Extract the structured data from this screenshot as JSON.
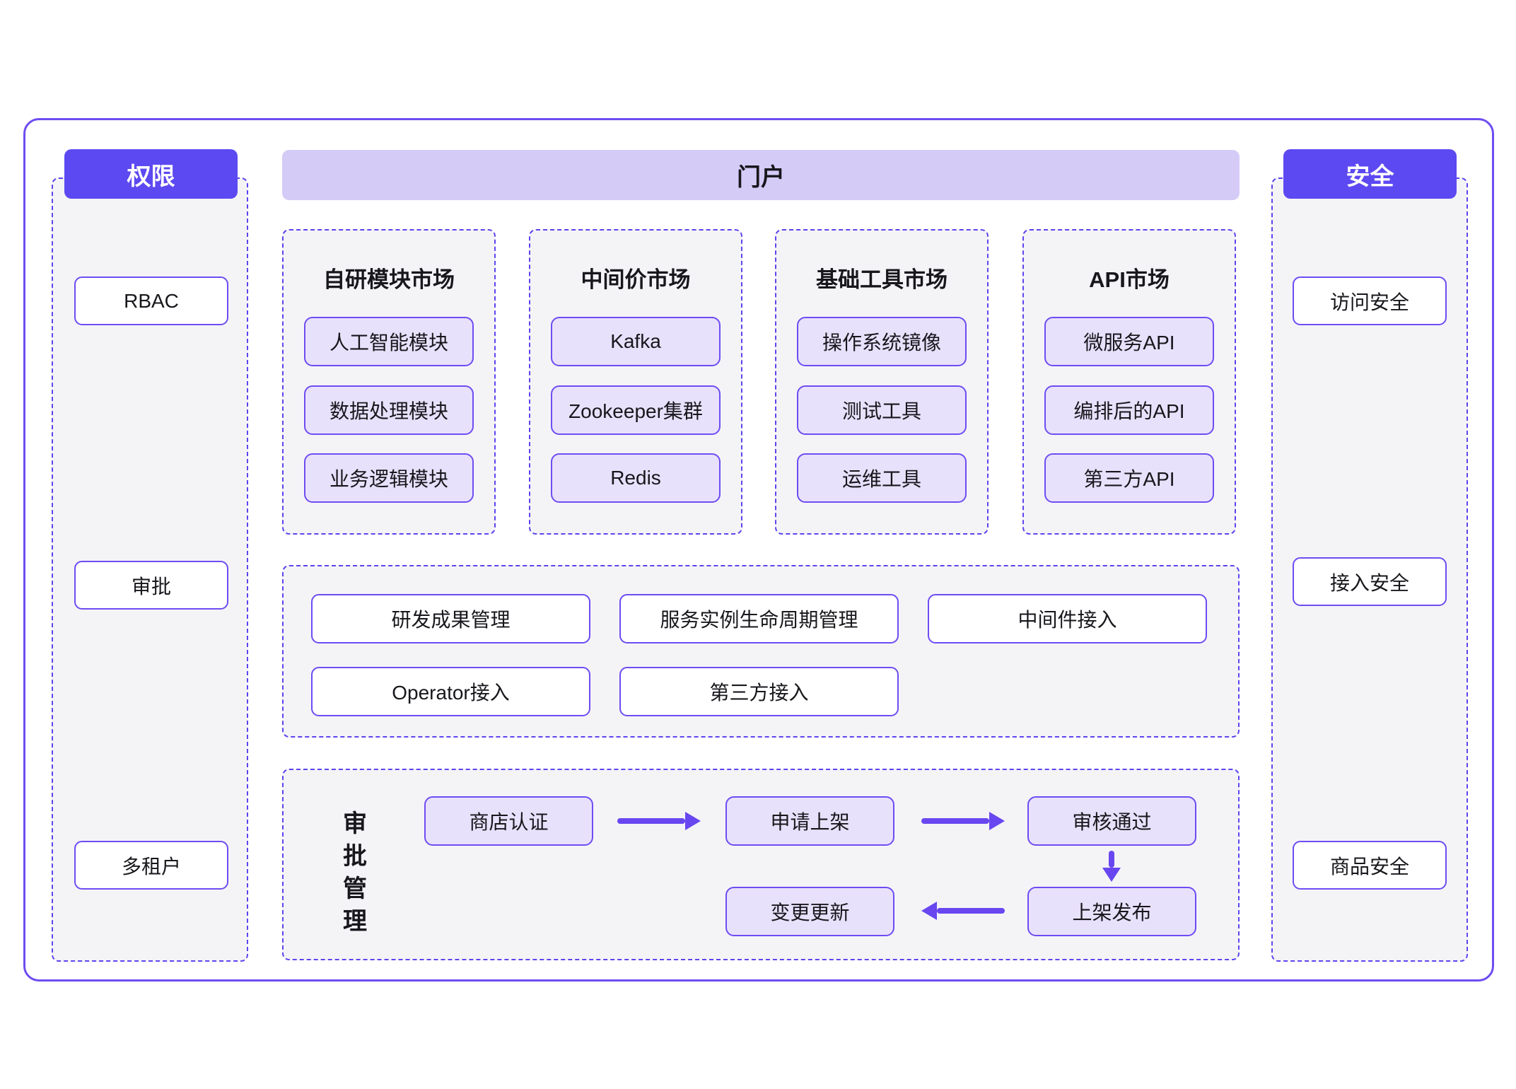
{
  "palette": {
    "accent_solid": "#5d49f1",
    "accent_border": "#6e4cf2",
    "accent_dashed": "#5b45ee",
    "portal_bar_bg": "#d5cbf7",
    "node_fill": "#e8e1fb",
    "section_bg": "#f4f4f7"
  },
  "left_panel": {
    "title": "权限",
    "items": [
      "RBAC",
      "审批",
      "多租户"
    ]
  },
  "portal": {
    "title": "门户"
  },
  "markets": [
    {
      "title": "自研模块市场",
      "items": [
        "人工智能模块",
        "数据处理模块",
        "业务逻辑模块"
      ]
    },
    {
      "title": "中间价市场",
      "items": [
        "Kafka",
        "Zookeeper集群",
        "Redis"
      ]
    },
    {
      "title": "基础工具市场",
      "items": [
        "操作系统镜像",
        "测试工具",
        "运维工具"
      ]
    },
    {
      "title": "API市场",
      "items": [
        "微服务API",
        "编排后的API",
        "第三方API"
      ]
    }
  ],
  "management": {
    "row1": [
      "研发成果管理",
      "服务实例生命周期管理",
      "中间件接入"
    ],
    "row2": [
      "Operator接入",
      "第三方接入"
    ]
  },
  "approval_flow": {
    "label": "审批管理",
    "steps": [
      "商店认证",
      "申请上架",
      "审核通过",
      "上架发布",
      "变更更新"
    ]
  },
  "right_panel": {
    "title": "安全",
    "items": [
      "访问安全",
      "接入安全",
      "商品安全"
    ]
  }
}
